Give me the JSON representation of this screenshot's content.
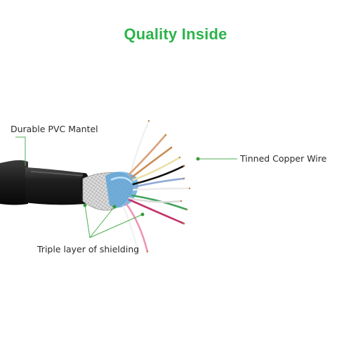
{
  "title": "Quality Inside",
  "callouts": {
    "pvc_mantel": "Durable PVC Mantel",
    "tinned_copper": "Tinned Copper Wire",
    "shielding": "Triple layer of shielding"
  },
  "colors": {
    "title": "#2db34a",
    "callout_line": "#4caf50",
    "callout_dot": "#3a9a3e",
    "cable_jacket": "#1c1c1c"
  },
  "wire_colors": [
    "#f1f1f1",
    "#d9a27a",
    "#c98a50",
    "#e9e0a8",
    "#111111",
    "#8fa9d6",
    "#ebebeb",
    "#3fa25c",
    "#c2356a",
    "#ef94b4",
    "#f3f3f3",
    "#dcdcdc"
  ]
}
